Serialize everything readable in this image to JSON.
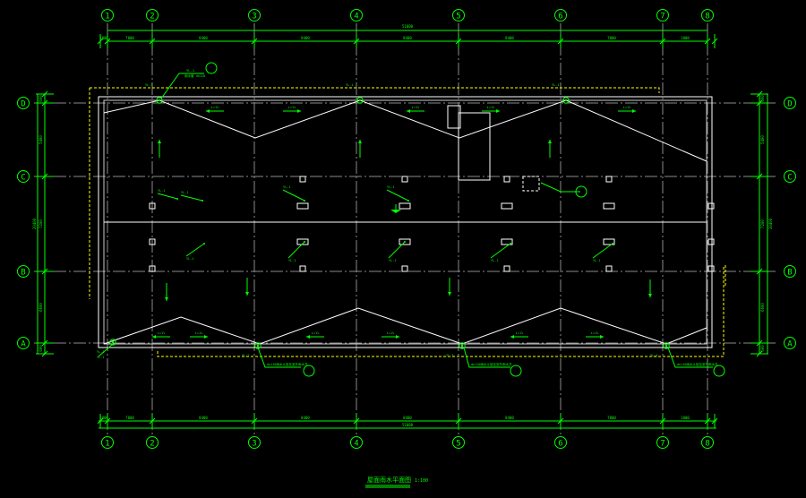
{
  "drawing": {
    "title": "屋面雨水平面图",
    "scale": "1:100",
    "colors": {
      "background": "#000000",
      "grid": "#00ff00",
      "roof": "#ffffff",
      "gutter": "#ffff00"
    }
  },
  "grid_axes": {
    "vertical": [
      "1",
      "2",
      "3",
      "4",
      "5",
      "6",
      "7",
      "8"
    ],
    "horizontal": [
      "D",
      "C",
      "B",
      "A"
    ]
  },
  "dimensions": {
    "overall_width": "51000",
    "top_segments": [
      "1800",
      "7800",
      "8400",
      "8400",
      "8400",
      "8400",
      "7800",
      "1800"
    ],
    "bottom_segments": [
      "1800",
      "7800",
      "8400",
      "8400",
      "8400",
      "8400",
      "7800",
      "1800"
    ],
    "left_overall": "20400",
    "right_overall": "20400",
    "left_segments": [
      "600",
      "5400",
      "7200",
      "6600",
      "600"
    ],
    "right_segments": [
      "600",
      "5400",
      "7200",
      "6600",
      "600"
    ]
  },
  "labels": {
    "drain_tag": "YL-1",
    "drain_tags_bottom": [
      "YL-1",
      "YL-2",
      "YL-3",
      "YL-4"
    ],
    "slope_tag": "i=1%",
    "pipe_note": "雨水管 dn110",
    "downpipe_note": "dn110雨水斗接至室外雨水井",
    "small_tag": "YL-1"
  }
}
